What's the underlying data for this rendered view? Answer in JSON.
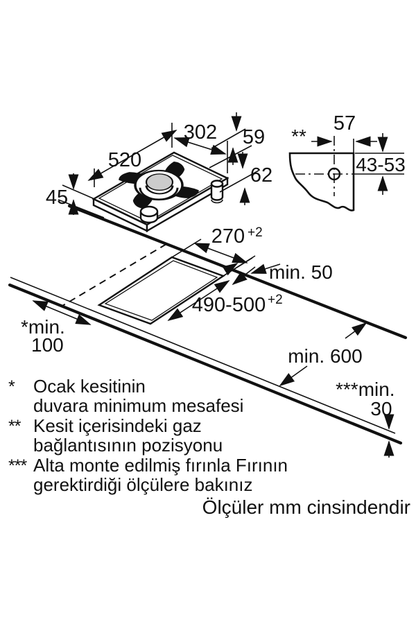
{
  "drawing": {
    "hob_top_view": {
      "depth": "520",
      "width": "302",
      "edge_offset": "59",
      "connector_offset": "62",
      "height": "45"
    },
    "detail_view": {
      "marker": "**",
      "center_offset": "57",
      "vertical_range": "43-53"
    },
    "install_view": {
      "cutout_width": "270",
      "cutout_width_tol": "+2",
      "cutout_depth": "490-500",
      "cutout_depth_tol": "+2",
      "rear_clearance": "min. 50",
      "side_clearance_label": "*min.",
      "side_clearance_value": "100",
      "worktop_depth": "min. 600",
      "worktop_thickness_label": "***min.",
      "worktop_thickness_value": "30"
    },
    "notes": [
      {
        "marker": "*",
        "line1": "Ocak kesitinin",
        "line2": "duvara minimum mesafesi"
      },
      {
        "marker": "**",
        "line1": "Kesit içerisindeki gaz",
        "line2": "bağlantısının pozisyonu"
      },
      {
        "marker": "***",
        "line1": "Alta monte edilmiş fırınla Fırının",
        "line2": "gerektirdiği ölçülere bakınız"
      }
    ],
    "unit_note": "Ölçüler mm cinsindendir",
    "colors": {
      "line": "#111111",
      "burner_cap": "#cccccc",
      "background": "#ffffff"
    }
  }
}
